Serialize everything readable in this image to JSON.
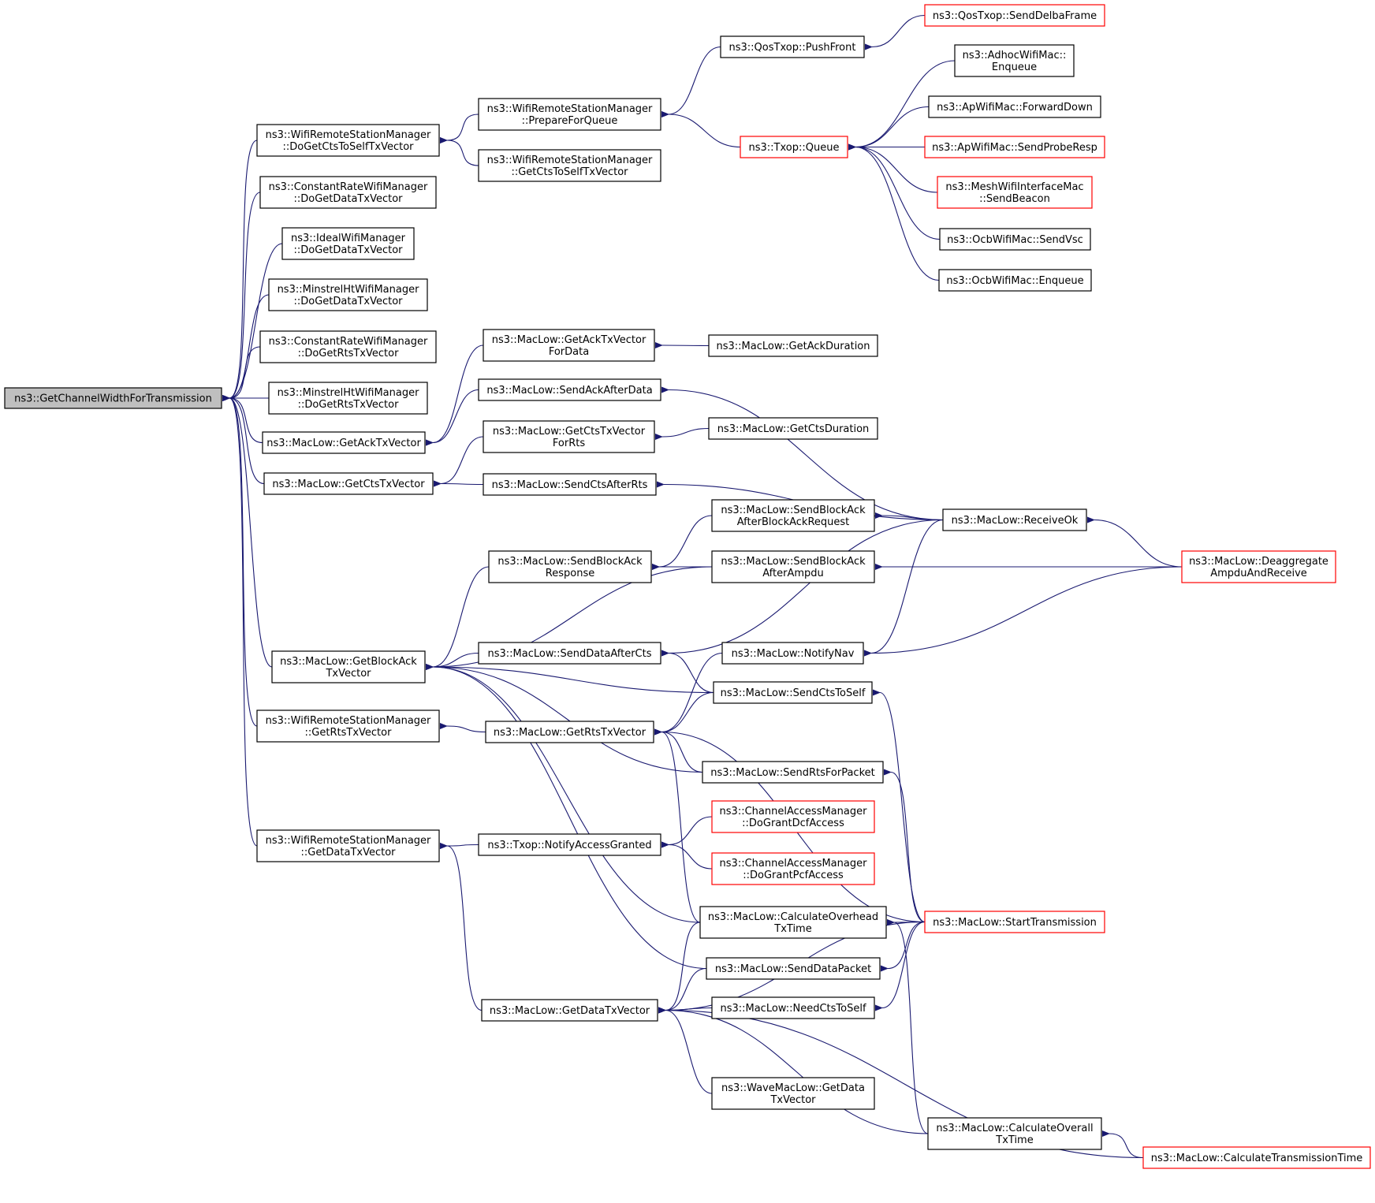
{
  "colors": {
    "edge": "#191970",
    "node_border": "#000000",
    "node_border_truncated": "#ff0000",
    "focus_fill": "#bfbfbf",
    "node_fill": "#ffffff"
  },
  "nodes": [
    {
      "id": "root",
      "label": [
        "ns3::GetChannelWidthForTransmission"
      ],
      "focus": true
    },
    {
      "id": "wrsm_doGetCtsToSelf",
      "label": [
        "ns3::WifiRemoteStationManager",
        "::DoGetCtsToSelfTxVector"
      ]
    },
    {
      "id": "crwm_doGetData",
      "label": [
        "ns3::ConstantRateWifiManager",
        "::DoGetDataTxVector"
      ]
    },
    {
      "id": "iwm_doGetData",
      "label": [
        "ns3::IdealWifiManager",
        "::DoGetDataTxVector"
      ]
    },
    {
      "id": "mhwm_doGetData",
      "label": [
        "ns3::MinstrelHtWifiManager",
        "::DoGetDataTxVector"
      ]
    },
    {
      "id": "crwm_doGetRts",
      "label": [
        "ns3::ConstantRateWifiManager",
        "::DoGetRtsTxVector"
      ]
    },
    {
      "id": "mhwm_doGetRts",
      "label": [
        "ns3::MinstrelHtWifiManager",
        "::DoGetRtsTxVector"
      ]
    },
    {
      "id": "ml_getAckTx",
      "label": [
        "ns3::MacLow::GetAckTxVector"
      ]
    },
    {
      "id": "ml_getCtsTx",
      "label": [
        "ns3::MacLow::GetCtsTxVector"
      ]
    },
    {
      "id": "ml_getBlockAckTx",
      "label": [
        "ns3::MacLow::GetBlockAck",
        "TxVector"
      ]
    },
    {
      "id": "wrsm_getRts",
      "label": [
        "ns3::WifiRemoteStationManager",
        "::GetRtsTxVector"
      ]
    },
    {
      "id": "wrsm_getData",
      "label": [
        "ns3::WifiRemoteStationManager",
        "::GetDataTxVector"
      ]
    },
    {
      "id": "wrsm_prepareForQueue",
      "label": [
        "ns3::WifiRemoteStationManager",
        "::PrepareForQueue"
      ]
    },
    {
      "id": "wrsm_getCtsToSelf",
      "label": [
        "ns3::WifiRemoteStationManager",
        "::GetCtsToSelfTxVector"
      ]
    },
    {
      "id": "qos_pushFront",
      "label": [
        "ns3::QosTxop::PushFront"
      ]
    },
    {
      "id": "qos_sendDelba",
      "label": [
        "ns3::QosTxop::SendDelbaFrame"
      ],
      "truncated": true
    },
    {
      "id": "txop_queue",
      "label": [
        "ns3::Txop::Queue"
      ],
      "truncated": true
    },
    {
      "id": "adhoc_enqueue",
      "label": [
        "ns3::AdhocWifiMac::",
        "Enqueue"
      ]
    },
    {
      "id": "ap_forwardDown",
      "label": [
        "ns3::ApWifiMac::ForwardDown"
      ]
    },
    {
      "id": "ap_sendProbeResp",
      "label": [
        "ns3::ApWifiMac::SendProbeResp"
      ],
      "truncated": true
    },
    {
      "id": "mesh_sendBeacon",
      "label": [
        "ns3::MeshWifiInterfaceMac",
        "::SendBeacon"
      ],
      "truncated": true
    },
    {
      "id": "ocb_sendVsc",
      "label": [
        "ns3::OcbWifiMac::SendVsc"
      ]
    },
    {
      "id": "ocb_enqueue",
      "label": [
        "ns3::OcbWifiMac::Enqueue"
      ]
    },
    {
      "id": "ml_getAckTxForData",
      "label": [
        "ns3::MacLow::GetAckTxVector",
        "ForData"
      ]
    },
    {
      "id": "ml_getAckDuration",
      "label": [
        "ns3::MacLow::GetAckDuration"
      ]
    },
    {
      "id": "ml_sendAckAfterData",
      "label": [
        "ns3::MacLow::SendAckAfterData"
      ]
    },
    {
      "id": "ml_getCtsTxForRts",
      "label": [
        "ns3::MacLow::GetCtsTxVector",
        "ForRts"
      ]
    },
    {
      "id": "ml_getCtsDuration",
      "label": [
        "ns3::MacLow::GetCtsDuration"
      ]
    },
    {
      "id": "ml_sendCtsAfterRts",
      "label": [
        "ns3::MacLow::SendCtsAfterRts"
      ]
    },
    {
      "id": "ml_receiveOk",
      "label": [
        "ns3::MacLow::ReceiveOk"
      ]
    },
    {
      "id": "ml_sendBaAfterBar",
      "label": [
        "ns3::MacLow::SendBlockAck",
        "AfterBlockAckRequest"
      ]
    },
    {
      "id": "ml_sendBaResponse",
      "label": [
        "ns3::MacLow::SendBlockAck",
        "Response"
      ]
    },
    {
      "id": "ml_sendBaAfterAmpdu",
      "label": [
        "ns3::MacLow::SendBlockAck",
        "AfterAmpdu"
      ]
    },
    {
      "id": "ml_deaggregate",
      "label": [
        "ns3::MacLow::Deaggregate",
        "AmpduAndReceive"
      ],
      "truncated": true
    },
    {
      "id": "ml_sendDataAfterCts",
      "label": [
        "ns3::MacLow::SendDataAfterCts"
      ]
    },
    {
      "id": "ml_notifyNav",
      "label": [
        "ns3::MacLow::NotifyNav"
      ]
    },
    {
      "id": "ml_sendCtsToSelf",
      "label": [
        "ns3::MacLow::SendCtsToSelf"
      ]
    },
    {
      "id": "ml_getRtsTx",
      "label": [
        "ns3::MacLow::GetRtsTxVector"
      ]
    },
    {
      "id": "ml_sendRtsForPacket",
      "label": [
        "ns3::MacLow::SendRtsForPacket"
      ]
    },
    {
      "id": "txop_notifyAccessGranted",
      "label": [
        "ns3::Txop::NotifyAccessGranted"
      ]
    },
    {
      "id": "cam_doGrantDcf",
      "label": [
        "ns3::ChannelAccessManager",
        "::DoGrantDcfAccess"
      ],
      "truncated": true
    },
    {
      "id": "cam_doGrantPcf",
      "label": [
        "ns3::ChannelAccessManager",
        "::DoGrantPcfAccess"
      ],
      "truncated": true
    },
    {
      "id": "ml_calcOverhead",
      "label": [
        "ns3::MacLow::CalculateOverhead",
        "TxTime"
      ]
    },
    {
      "id": "ml_startTransmission",
      "label": [
        "ns3::MacLow::StartTransmission"
      ],
      "truncated": true
    },
    {
      "id": "ml_sendDataPacket",
      "label": [
        "ns3::MacLow::SendDataPacket"
      ]
    },
    {
      "id": "ml_getDataTx",
      "label": [
        "ns3::MacLow::GetDataTxVector"
      ]
    },
    {
      "id": "ml_needCtsToSelf",
      "label": [
        "ns3::MacLow::NeedCtsToSelf"
      ]
    },
    {
      "id": "wave_getData",
      "label": [
        "ns3::WaveMacLow::GetData",
        "TxVector"
      ]
    },
    {
      "id": "ml_calcOverall",
      "label": [
        "ns3::MacLow::CalculateOverall",
        "TxTime"
      ]
    },
    {
      "id": "ml_calcTransmissionTime",
      "label": [
        "ns3::MacLow::CalculateTransmissionTime"
      ],
      "truncated": true
    }
  ],
  "edges": [
    [
      "root",
      "wrsm_doGetCtsToSelf"
    ],
    [
      "root",
      "crwm_doGetData"
    ],
    [
      "root",
      "iwm_doGetData"
    ],
    [
      "root",
      "mhwm_doGetData"
    ],
    [
      "root",
      "crwm_doGetRts"
    ],
    [
      "root",
      "mhwm_doGetRts"
    ],
    [
      "root",
      "ml_getAckTx"
    ],
    [
      "root",
      "ml_getCtsTx"
    ],
    [
      "root",
      "ml_getBlockAckTx"
    ],
    [
      "root",
      "wrsm_getRts"
    ],
    [
      "root",
      "wrsm_getData"
    ],
    [
      "wrsm_doGetCtsToSelf",
      "wrsm_prepareForQueue"
    ],
    [
      "wrsm_doGetCtsToSelf",
      "wrsm_getCtsToSelf"
    ],
    [
      "wrsm_prepareForQueue",
      "qos_pushFront"
    ],
    [
      "wrsm_prepareForQueue",
      "txop_queue"
    ],
    [
      "qos_pushFront",
      "qos_sendDelba"
    ],
    [
      "txop_queue",
      "adhoc_enqueue"
    ],
    [
      "txop_queue",
      "ap_forwardDown"
    ],
    [
      "txop_queue",
      "ap_sendProbeResp"
    ],
    [
      "txop_queue",
      "mesh_sendBeacon"
    ],
    [
      "txop_queue",
      "ocb_sendVsc"
    ],
    [
      "txop_queue",
      "ocb_enqueue"
    ],
    [
      "ml_getAckTx",
      "ml_getAckTxForData"
    ],
    [
      "ml_getAckTx",
      "ml_sendAckAfterData"
    ],
    [
      "ml_getAckTxForData",
      "ml_getAckDuration"
    ],
    [
      "ml_sendAckAfterData",
      "ml_receiveOk"
    ],
    [
      "ml_getCtsTx",
      "ml_getCtsTxForRts"
    ],
    [
      "ml_getCtsTx",
      "ml_sendCtsAfterRts"
    ],
    [
      "ml_getCtsTxForRts",
      "ml_getCtsDuration"
    ],
    [
      "ml_sendCtsAfterRts",
      "ml_receiveOk"
    ],
    [
      "ml_sendBaAfterBar",
      "ml_receiveOk"
    ],
    [
      "ml_sendBaResponse",
      "ml_sendBaAfterBar"
    ],
    [
      "ml_sendBaResponse",
      "ml_sendBaAfterAmpdu"
    ],
    [
      "ml_sendBaAfterAmpdu",
      "ml_deaggregate"
    ],
    [
      "ml_receiveOk",
      "ml_deaggregate"
    ],
    [
      "ml_getBlockAckTx",
      "ml_sendBaResponse"
    ],
    [
      "ml_getBlockAckTx",
      "ml_sendBaAfterAmpdu"
    ],
    [
      "ml_getBlockAckTx",
      "ml_sendDataAfterCts"
    ],
    [
      "ml_getBlockAckTx",
      "ml_sendCtsToSelf"
    ],
    [
      "ml_getBlockAckTx",
      "ml_sendRtsForPacket"
    ],
    [
      "ml_getBlockAckTx",
      "ml_calcOverhead"
    ],
    [
      "ml_getBlockAckTx",
      "ml_sendDataPacket"
    ],
    [
      "ml_sendDataAfterCts",
      "ml_receiveOk"
    ],
    [
      "ml_sendDataAfterCts",
      "ml_sendCtsToSelf"
    ],
    [
      "ml_notifyNav",
      "ml_receiveOk"
    ],
    [
      "ml_notifyNav",
      "ml_deaggregate"
    ],
    [
      "wrsm_getRts",
      "ml_getRtsTx"
    ],
    [
      "ml_getRtsTx",
      "ml_notifyNav"
    ],
    [
      "ml_getRtsTx",
      "ml_sendCtsToSelf"
    ],
    [
      "ml_getRtsTx",
      "ml_startTransmission"
    ],
    [
      "ml_getRtsTx",
      "ml_sendRtsForPacket"
    ],
    [
      "ml_getRtsTx",
      "ml_calcOverhead"
    ],
    [
      "ml_sendCtsToSelf",
      "ml_startTransmission"
    ],
    [
      "ml_sendRtsForPacket",
      "ml_startTransmission"
    ],
    [
      "wrsm_getData",
      "txop_notifyAccessGranted"
    ],
    [
      "wrsm_getData",
      "ml_getDataTx"
    ],
    [
      "txop_notifyAccessGranted",
      "cam_doGrantDcf"
    ],
    [
      "txop_notifyAccessGranted",
      "cam_doGrantPcf"
    ],
    [
      "ml_calcOverhead",
      "ml_startTransmission"
    ],
    [
      "ml_calcOverhead",
      "ml_calcOverall"
    ],
    [
      "ml_sendDataPacket",
      "ml_startTransmission"
    ],
    [
      "ml_getDataTx",
      "ml_calcOverhead"
    ],
    [
      "ml_getDataTx",
      "ml_sendDataPacket"
    ],
    [
      "ml_getDataTx",
      "ml_needCtsToSelf"
    ],
    [
      "ml_getDataTx",
      "ml_startTransmission"
    ],
    [
      "ml_getDataTx",
      "wave_getData"
    ],
    [
      "ml_getDataTx",
      "ml_calcOverall"
    ],
    [
      "ml_getDataTx",
      "ml_calcTransmissionTime"
    ],
    [
      "ml_needCtsToSelf",
      "ml_startTransmission"
    ],
    [
      "ml_calcOverall",
      "ml_calcTransmissionTime"
    ]
  ]
}
